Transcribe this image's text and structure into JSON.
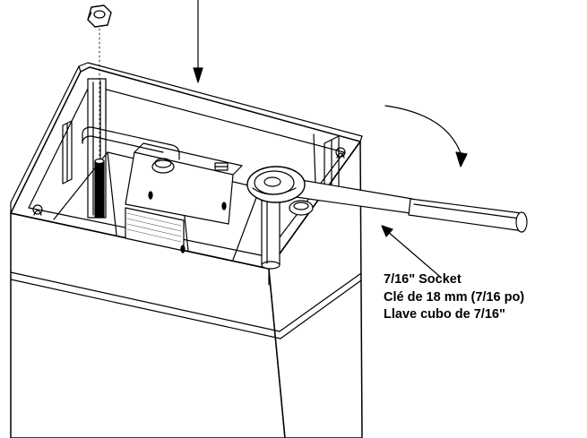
{
  "callout": {
    "lines": [
      "7/16\" Socket",
      "Clé de 18 mm (7/16 po)",
      "Llave cubo de 7/16\""
    ]
  },
  "colors": {
    "stroke": "#000000",
    "background": "#ffffff",
    "hatch": "#555555"
  }
}
